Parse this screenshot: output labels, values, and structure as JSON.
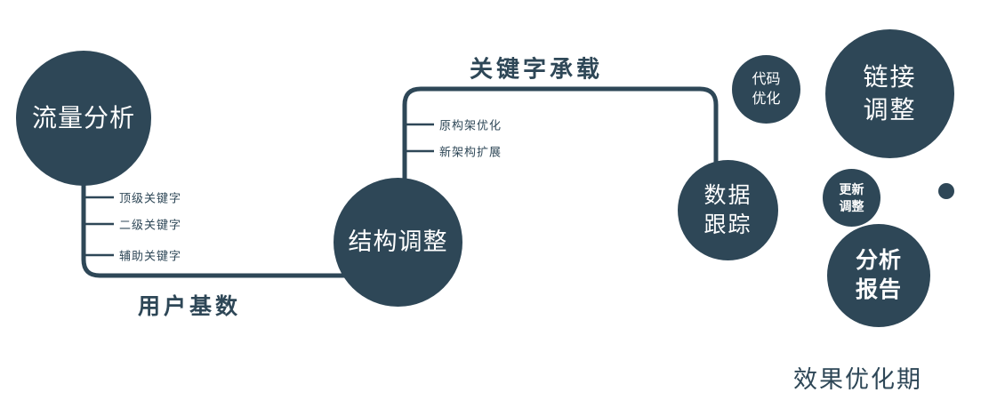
{
  "colors": {
    "primary": "#2e4757",
    "node_text": "#ffffff",
    "background": "#ffffff"
  },
  "nodes": {
    "traffic": {
      "label": "流量分析"
    },
    "structure": {
      "label": "结构调整"
    },
    "tracking": {
      "line1": "数据",
      "line2": "跟踪"
    },
    "code": {
      "line1": "代码",
      "line2": "优化"
    },
    "link": {
      "line1": "链接",
      "line2": "调整"
    },
    "update": {
      "line1": "更新",
      "line2": "调整"
    },
    "report": {
      "line1": "分析",
      "line2": "报告"
    }
  },
  "edges": {
    "user_base": {
      "label": "用户基数"
    },
    "keyword_bearing": {
      "label": "关键字承载"
    }
  },
  "branches": {
    "traffic": [
      "顶级关键字",
      "二级关键字",
      "辅助关键字"
    ],
    "structure": [
      "原构架优化",
      "新架构扩展"
    ]
  },
  "footer": {
    "label": "效果优化期"
  }
}
